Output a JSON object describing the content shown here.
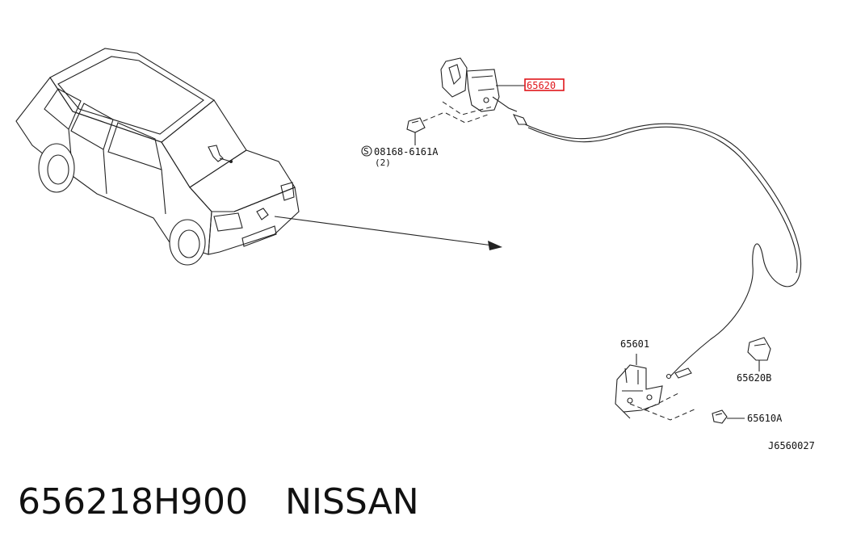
{
  "diagram": {
    "callouts": {
      "highlighted_part": "65620",
      "bolt_part": "08168-6161A",
      "bolt_qty": "(2)",
      "lock_part": "65601",
      "clip_part": "65620B",
      "screw_part": "65610A",
      "drawing_code": "J6560027"
    },
    "symbols": {
      "bolt_marker": "S"
    },
    "highlight_color": "#e0161b"
  },
  "footer": {
    "part_number": "656218H900",
    "brand": "NISSAN"
  }
}
